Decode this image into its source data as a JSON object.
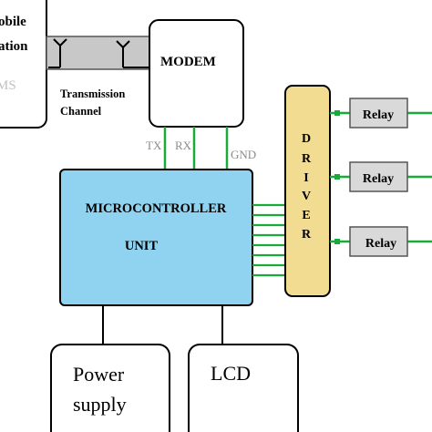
{
  "mobile_station": {
    "line1": "obile",
    "line2": "ation",
    "line3": "MS"
  },
  "transmission_channel": {
    "line1": "Transmission",
    "line2": "Channel"
  },
  "modem": {
    "label": "MODEM"
  },
  "modem_pins": {
    "tx": "TX",
    "rx": "RX",
    "gnd": "GND"
  },
  "mcu": {
    "line1": "MICROCONTROLLER",
    "line2": "UNIT"
  },
  "driver": {
    "letters": [
      "D",
      "R",
      "I",
      "V",
      "E",
      "R"
    ]
  },
  "relays": [
    {
      "label": "Relay"
    },
    {
      "label": "Relay"
    },
    {
      "label": "Relay"
    }
  ],
  "power_supply": {
    "line1": "Power",
    "line2": "supply"
  },
  "lcd": {
    "label": "LCD"
  },
  "colors": {
    "mcu_fill": "#8fd3f0",
    "driver_fill": "#f2dc92",
    "relay_fill": "#d9d9d9",
    "connector_green": "#1aaa3c",
    "pin_label_gray": "#8c8c8c",
    "channel_gray": "#c8c8c8"
  }
}
